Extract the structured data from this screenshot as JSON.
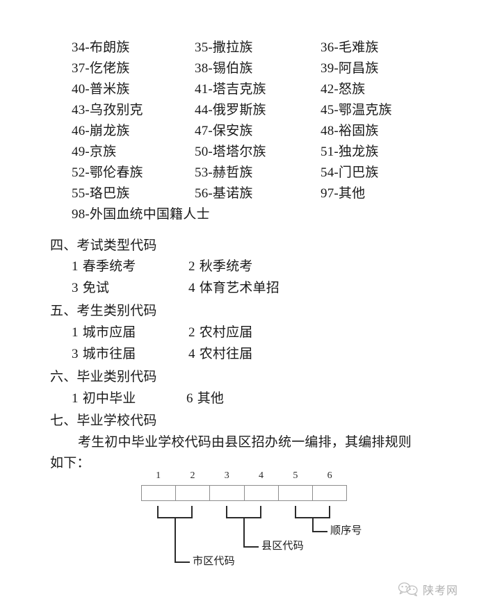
{
  "ethnic_section": {
    "rows": [
      [
        "34-布朗族",
        "35-撒拉族",
        "36-毛难族"
      ],
      [
        "37-仡佬族",
        "38-锡伯族",
        "39-阿昌族"
      ],
      [
        "40-普米族",
        "41-塔吉克族",
        "42-怒族"
      ],
      [
        "43-乌孜别克",
        "44-俄罗斯族",
        "45-鄂温克族"
      ],
      [
        "46-崩龙族",
        "47-保安族",
        "48-裕固族"
      ],
      [
        "49-京族",
        "50-塔塔尔族",
        "51-独龙族"
      ],
      [
        "52-鄂伦春族",
        "53-赫哲族",
        "54-门巴族"
      ],
      [
        "55-珞巴族",
        "56-基诺族",
        "97-其他"
      ],
      [
        "98-外国血统中国籍人士",
        "",
        ""
      ]
    ]
  },
  "section_exam_type": {
    "title": "四、考试类型代码",
    "rows": [
      [
        {
          "num": "1",
          "label": "春季统考"
        },
        {
          "num": "2",
          "label": "秋季统考"
        }
      ],
      [
        {
          "num": "3",
          "label": "免试"
        },
        {
          "num": "4",
          "label": "体育艺术单招"
        }
      ]
    ]
  },
  "section_candidate_type": {
    "title": "五、考生类别代码",
    "rows": [
      [
        {
          "num": "1",
          "label": "城市应届"
        },
        {
          "num": "2",
          "label": "农村应届"
        }
      ],
      [
        {
          "num": "3",
          "label": "城市往届"
        },
        {
          "num": "4",
          "label": "农村往届"
        }
      ]
    ]
  },
  "section_graduation_type": {
    "title": "六、毕业类别代码",
    "rows": [
      [
        {
          "num": "1",
          "label": "初中毕业"
        },
        {
          "num": "6",
          "label": "其他"
        }
      ]
    ]
  },
  "section_school_code": {
    "title": "七、毕业学校代码",
    "paragraph_line1": "考生初中毕业学校代码由县区招办统一编排，其编排规则",
    "paragraph_line2": "如下："
  },
  "diagram": {
    "digits": [
      "1",
      "2",
      "3",
      "4",
      "5",
      "6"
    ],
    "labels": {
      "city": "市区代码",
      "county": "县区代码",
      "sequence": "顺序号"
    }
  },
  "watermark": {
    "text": "陕考网",
    "logo_name": "wechat-logo"
  }
}
